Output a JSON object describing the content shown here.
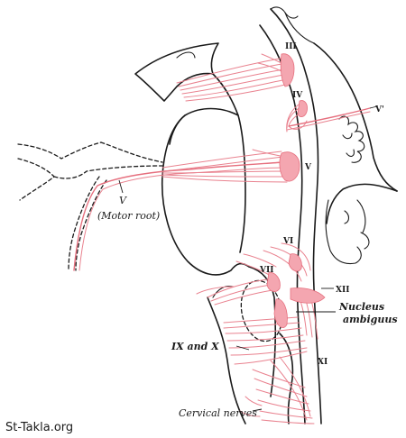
{
  "labels": {
    "n3": "III",
    "n4": "IV",
    "n5_prime": "V'",
    "n5": "V",
    "n5_motor_letter": "V",
    "n5_motor_root": "(Motor root)",
    "n6": "VI",
    "n7": "VII",
    "n12": "XII",
    "nucleus_ambiguus_line1": "Nucleus",
    "nucleus_ambiguus_line2": "ambiguus",
    "n9_10": "IX and X",
    "n11": "XI",
    "cervical": "Cervical nerves"
  },
  "watermark": "St-Takla.org",
  "colors": {
    "fiber": "#e9828f",
    "nucleus": "#f4a6b0",
    "outline": "#1a1a1a"
  }
}
